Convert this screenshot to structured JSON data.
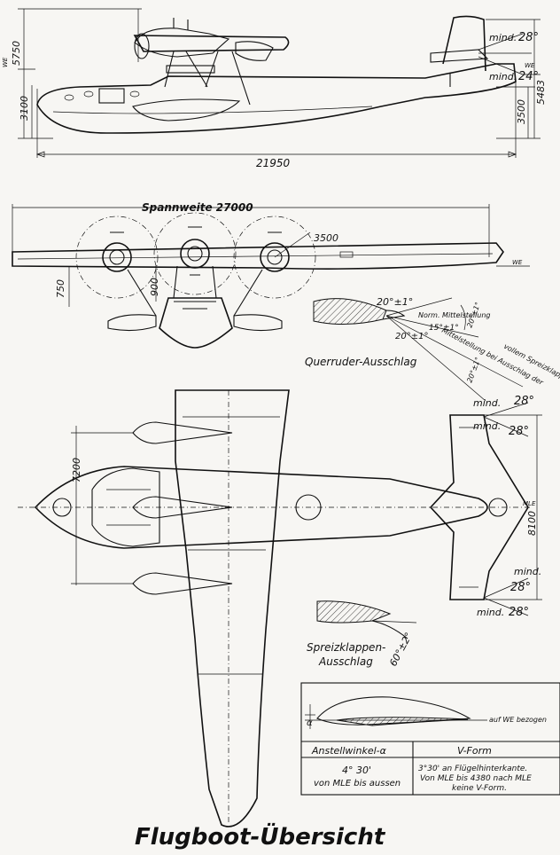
{
  "title": "Flugboot-Übersicht",
  "side_view": {
    "dim_overall_height": "5750",
    "dim_hull_height": "3100",
    "dim_length": "21950",
    "dim_tail_height": "3500",
    "dim_total_height": "5483",
    "angle_upper_min": "mind.",
    "angle_upper_value": "28°",
    "angle_lower_min": "mind.",
    "angle_lower_value": "24°",
    "we_mark": "WE",
    "we_mark_left": "WE"
  },
  "front_view": {
    "span_label": "Spannweite 27000",
    "prop_diameter": "3500",
    "dim_float": "750",
    "dim_strut": "900",
    "we_mark": "WE"
  },
  "aileron": {
    "caption": "Querruder-Ausschlag",
    "angle_up": "20°±1°",
    "neutral_label": "Norm. Mittelstellung",
    "angle_mid": "15°±1°",
    "angle_mid_down": "20°±1°",
    "angle_down": "20°±1°",
    "mid_flap_label": "Mittelstellung bei Ausschlag der",
    "full_flap_label": "vollem Spreizklappe",
    "angle_extra": "20°±1°"
  },
  "plan_view": {
    "dim_engine_spacing": "7200",
    "dim_tail_span": "8100",
    "mle_label": "MLE",
    "angle_1_min": "mind.",
    "angle_1_value": "28°",
    "angle_2_min": "mind.",
    "angle_2_value": "28°",
    "angle_3_min": "mind.",
    "angle_3_value": "28°",
    "angle_4_min": "mind.",
    "angle_4_value": "28°"
  },
  "flap": {
    "caption_line1": "Spreizklappen-",
    "caption_line2": "Ausschlag",
    "angle": "60°±2°"
  },
  "table": {
    "profile_note": "auf WE bezogen",
    "alpha_symbol": "α",
    "col1_header": "Anstellwinkel-α",
    "col2_header": "V-Form",
    "col1_line1": "4° 30'",
    "col1_line2": "von MLE bis aussen",
    "col2_line1": "3°30' an Flügelhinterkante.",
    "col2_line2": "Von MLE bis 4380 nach MLE",
    "col2_line3": "keine V-Form."
  }
}
